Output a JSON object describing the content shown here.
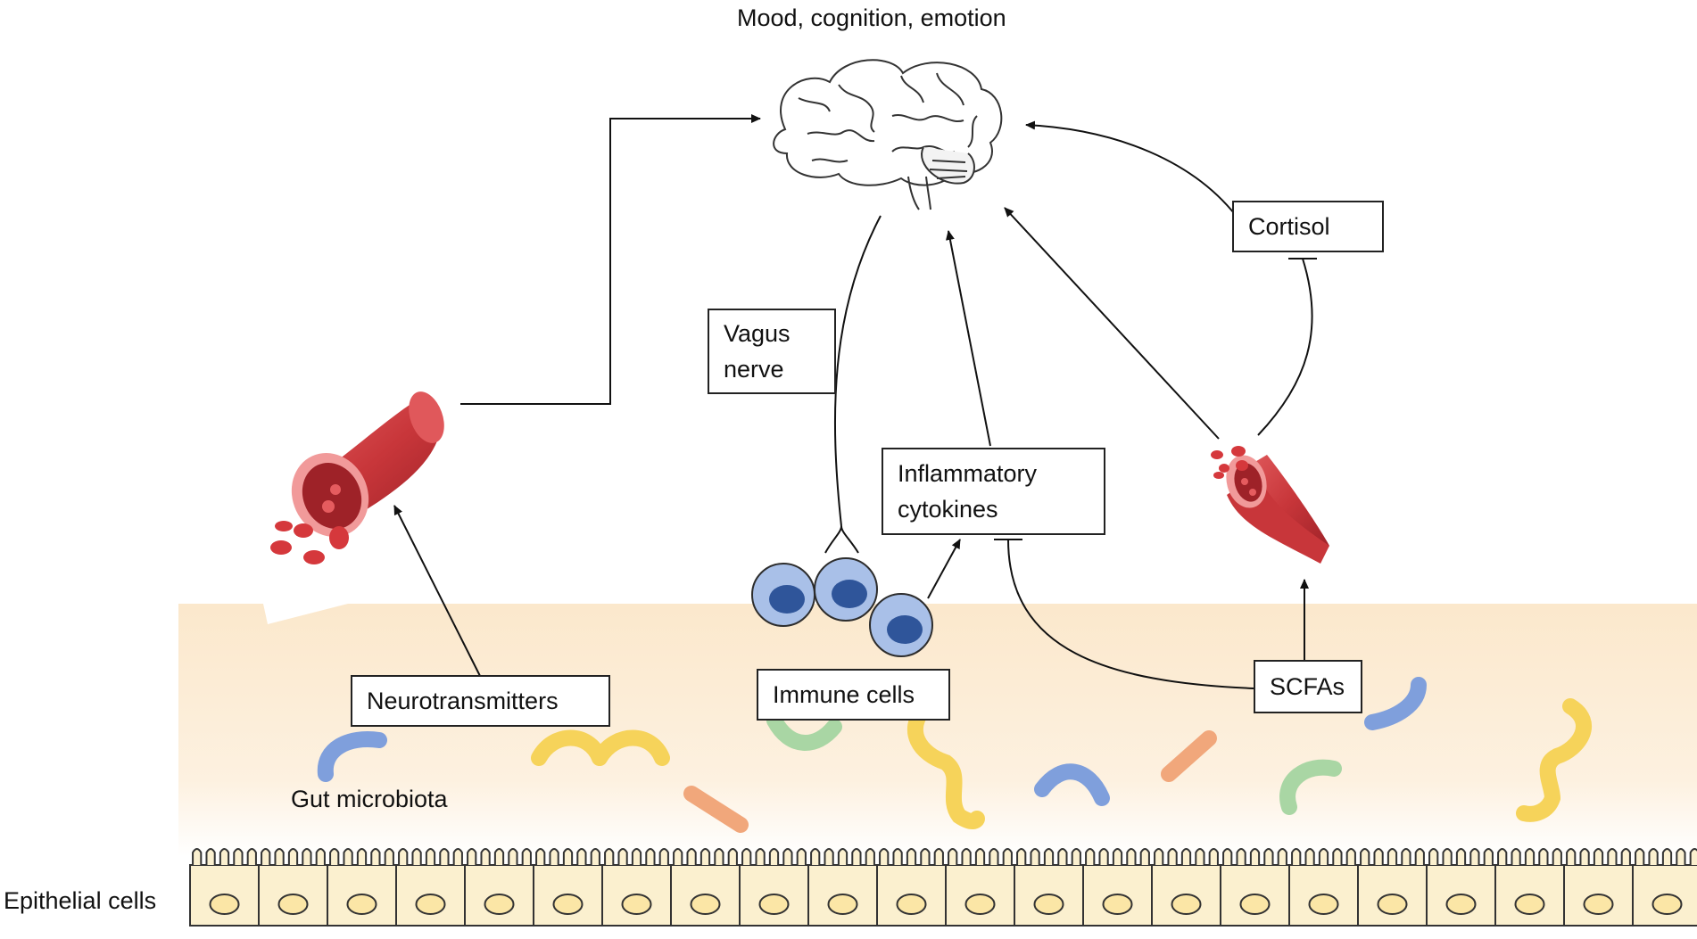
{
  "top_label": "Mood, cognition, emotion",
  "boxes": {
    "vagus": [
      "Vagus",
      "nerve"
    ],
    "cortisol": "Cortisol",
    "cytokines": [
      "Inflammatory",
      "cytokines"
    ],
    "neurotransmitters": "Neurotransmitters",
    "immune": "Immune cells",
    "scfas": "SCFAs"
  },
  "gut_label": "Gut microbiota",
  "epithelial_label": "Epithelial cells",
  "colors": {
    "lumen_top": "#fbe8cc",
    "vessel": "#c8363a",
    "immune_cell": "#a9c0e8",
    "immune_nucleus": "#2f559a",
    "microbe_blue": "#7f9fdc",
    "microbe_yellow": "#f6d35a",
    "microbe_green": "#a9d6a4",
    "microbe_orange": "#f1a77b",
    "epithelium": "#fbf0cf"
  },
  "icons": [
    "brain-icon",
    "blood-vessel-icon",
    "immune-cell-icon",
    "bacteria-icon",
    "epithelial-cell-icon"
  ]
}
